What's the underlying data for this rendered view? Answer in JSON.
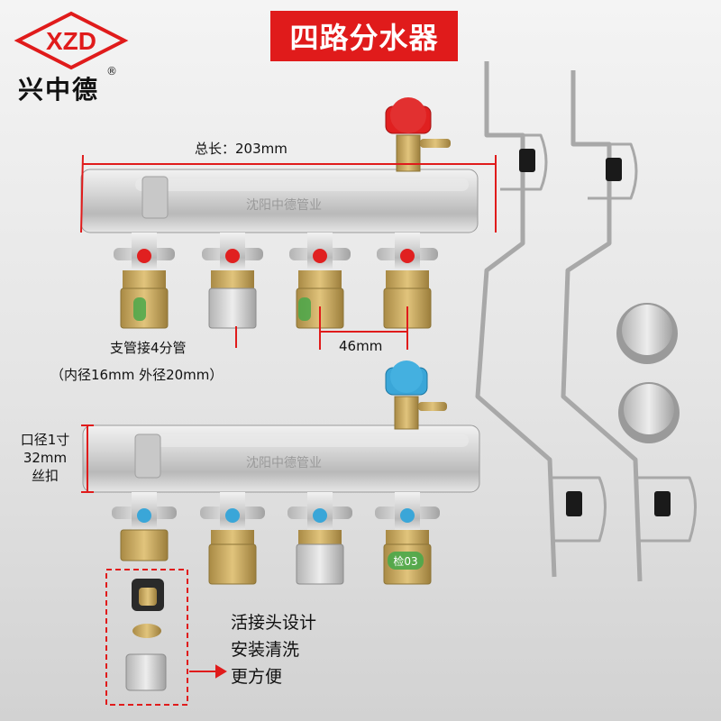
{
  "brand": {
    "logo_text": "XZD",
    "name": "兴中德",
    "registered_mark": "®"
  },
  "title": "四路分水器",
  "manifold_engraving": "沈阳中德管业",
  "fitting_label": "检03",
  "dimensions": {
    "total_length": "总长：203mm",
    "branch_spacing": "46mm",
    "branch_pipe_line1": "支管接4分管",
    "branch_pipe_line2": "（内径16mm 外径20mm）",
    "port_diameter": [
      "口径1寸",
      "32mm",
      "丝扣"
    ]
  },
  "features": [
    "活接头设计",
    "安装清洗",
    "更方便"
  ],
  "colors": {
    "title_bg": "#e01b1b",
    "dimension_line": "#e01b1b",
    "handle_red": "#e02020",
    "handle_blue": "#3aa6d8",
    "brass": "#c9a85a",
    "chrome": "#cfcfcf"
  }
}
